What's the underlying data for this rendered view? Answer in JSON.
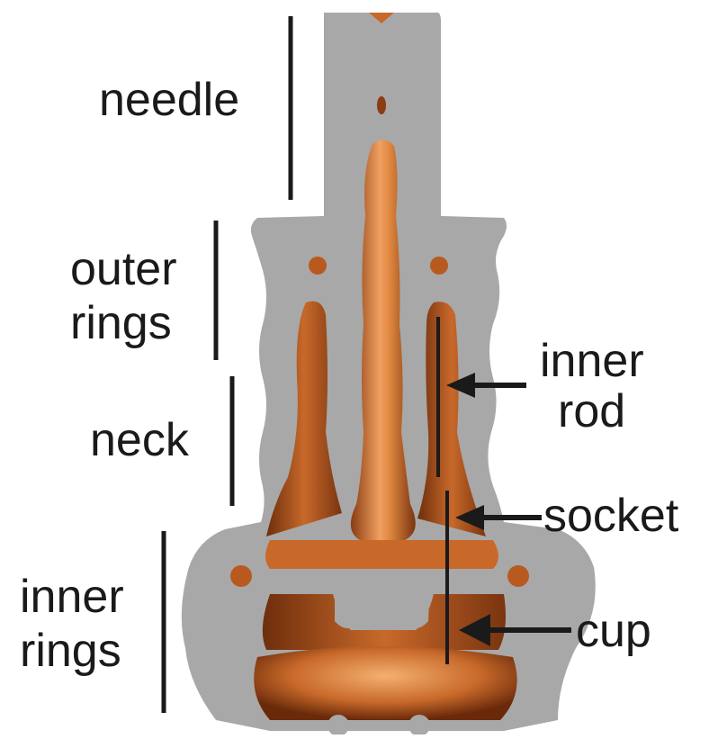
{
  "labels": {
    "needle": "needle",
    "outer_rings": [
      "outer",
      "rings"
    ],
    "neck": "neck",
    "inner_rings": [
      "inner",
      "rings"
    ],
    "inner_rod": [
      "inner",
      "rod"
    ],
    "socket": "socket",
    "cup": "cup"
  },
  "colors": {
    "shell": "#a8a8a8",
    "interior": "#c8692a",
    "interior_light": "#f0a060",
    "interior_dark": "#7a3410",
    "ink": "#1a1a1a",
    "background": "#ffffff"
  }
}
